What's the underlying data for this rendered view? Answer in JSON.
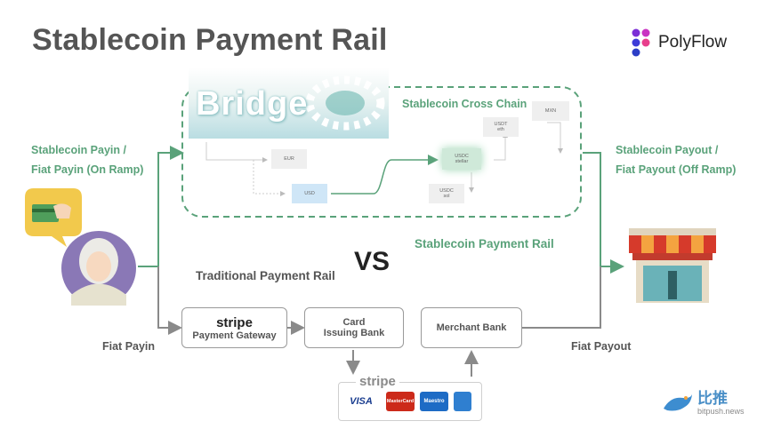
{
  "title": "Stablecoin Payment Rail",
  "logo": {
    "text": "PolyFlow"
  },
  "bridge": {
    "text": "Bridge"
  },
  "cross_chain": {
    "label": "Stablecoin Cross Chain"
  },
  "mini_nodes": {
    "eur": "EUR",
    "usd": "USD",
    "usdc_stellar_1": "USDC",
    "usdc_stellar_2": "stellar",
    "usdt_eth_1": "USDT",
    "usdt_eth_2": "eth",
    "mxn": "MXN",
    "usdc_sol_1": "USDC",
    "usdc_sol_2": "sol"
  },
  "left": {
    "payin_line1": "Stablecoin Payin /",
    "payin_line2": "Fiat Payin (On Ramp)",
    "fiat_payin": "Fiat Payin"
  },
  "right": {
    "payout_line1": "Stablecoin Payout /",
    "payout_line2": "Fiat Payout (Off Ramp)",
    "fiat_payout": "Fiat Payout"
  },
  "middle": {
    "stablecoin_rail": "Stablecoin Payment Rail",
    "traditional_rail": "Traditional Payment Rail",
    "vs": "VS"
  },
  "boxes": {
    "stripe_logo": "stripe",
    "payment_gateway": "Payment Gateway",
    "card_bank_1": "Card",
    "card_bank_2": "Issuing Bank",
    "merchant_bank": "Merchant Bank"
  },
  "cards": {
    "stripe": "stripe",
    "visa": "VISA",
    "mastercard": "MasterCard",
    "maestro": "Maestro"
  },
  "watermark": {
    "cn": "比推",
    "url": "bitpush.news"
  },
  "colors": {
    "green": "#5aa27a",
    "gray": "#8a8a8a",
    "title": "#555555"
  }
}
